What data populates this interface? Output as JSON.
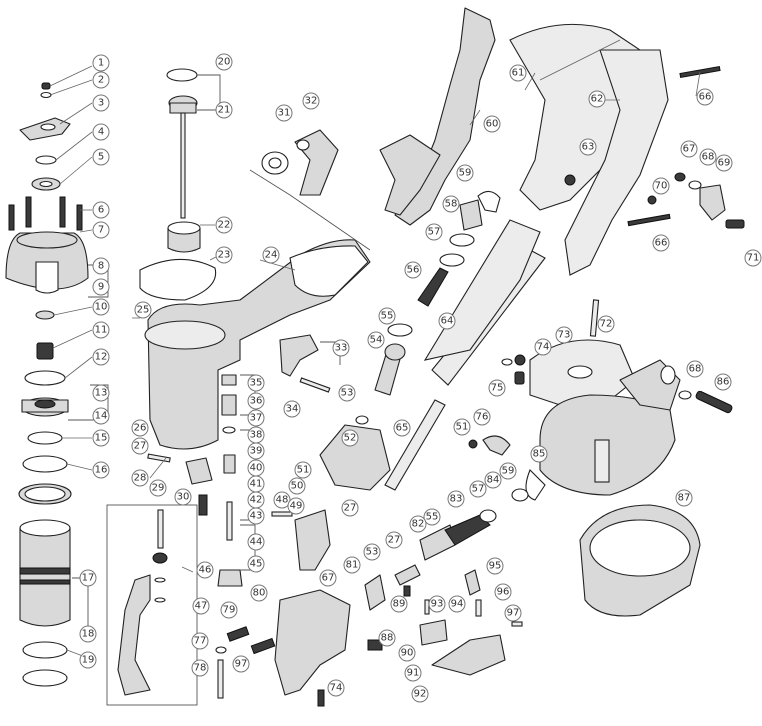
{
  "callouts": [
    {
      "id": "1",
      "n": "1"
    },
    {
      "id": "2",
      "n": "2"
    },
    {
      "id": "3",
      "n": "3"
    },
    {
      "id": "4",
      "n": "4"
    },
    {
      "id": "5",
      "n": "5"
    },
    {
      "id": "6",
      "n": "6"
    },
    {
      "id": "7",
      "n": "7"
    },
    {
      "id": "8",
      "n": "8"
    },
    {
      "id": "9",
      "n": "9"
    },
    {
      "id": "10",
      "n": "10"
    },
    {
      "id": "11",
      "n": "11"
    },
    {
      "id": "12",
      "n": "12"
    },
    {
      "id": "13",
      "n": "13"
    },
    {
      "id": "14",
      "n": "14"
    },
    {
      "id": "15",
      "n": "15"
    },
    {
      "id": "16",
      "n": "16"
    },
    {
      "id": "17",
      "n": "17"
    },
    {
      "id": "18",
      "n": "18"
    },
    {
      "id": "19",
      "n": "19"
    },
    {
      "id": "20",
      "n": "20"
    },
    {
      "id": "21",
      "n": "21"
    },
    {
      "id": "22",
      "n": "22"
    },
    {
      "id": "23",
      "n": "23"
    },
    {
      "id": "24",
      "n": "24"
    },
    {
      "id": "25",
      "n": "25"
    },
    {
      "id": "26",
      "n": "26"
    },
    {
      "id": "27a",
      "n": "27"
    },
    {
      "id": "28",
      "n": "28"
    },
    {
      "id": "29",
      "n": "29"
    },
    {
      "id": "30",
      "n": "30"
    },
    {
      "id": "31",
      "n": "31"
    },
    {
      "id": "32",
      "n": "32"
    },
    {
      "id": "33",
      "n": "33"
    },
    {
      "id": "34",
      "n": "34"
    },
    {
      "id": "35",
      "n": "35"
    },
    {
      "id": "36",
      "n": "36"
    },
    {
      "id": "37",
      "n": "37"
    },
    {
      "id": "38",
      "n": "38"
    },
    {
      "id": "39",
      "n": "39"
    },
    {
      "id": "40",
      "n": "40"
    },
    {
      "id": "41",
      "n": "41"
    },
    {
      "id": "42",
      "n": "42"
    },
    {
      "id": "43",
      "n": "43"
    },
    {
      "id": "44",
      "n": "44"
    },
    {
      "id": "45",
      "n": "45"
    },
    {
      "id": "46",
      "n": "46"
    },
    {
      "id": "47",
      "n": "47"
    },
    {
      "id": "48",
      "n": "48"
    },
    {
      "id": "49",
      "n": "49"
    },
    {
      "id": "50",
      "n": "50"
    },
    {
      "id": "51a",
      "n": "51"
    },
    {
      "id": "51b",
      "n": "51"
    },
    {
      "id": "52",
      "n": "52"
    },
    {
      "id": "53a",
      "n": "53"
    },
    {
      "id": "53b",
      "n": "53"
    },
    {
      "id": "54",
      "n": "54"
    },
    {
      "id": "55a",
      "n": "55"
    },
    {
      "id": "55b",
      "n": "55"
    },
    {
      "id": "56",
      "n": "56"
    },
    {
      "id": "57a",
      "n": "57"
    },
    {
      "id": "57b",
      "n": "57"
    },
    {
      "id": "58",
      "n": "58"
    },
    {
      "id": "59a",
      "n": "59"
    },
    {
      "id": "59b",
      "n": "59"
    },
    {
      "id": "60",
      "n": "60"
    },
    {
      "id": "61",
      "n": "61"
    },
    {
      "id": "62",
      "n": "62"
    },
    {
      "id": "63",
      "n": "63"
    },
    {
      "id": "64",
      "n": "64"
    },
    {
      "id": "65",
      "n": "65"
    },
    {
      "id": "66a",
      "n": "66"
    },
    {
      "id": "66b",
      "n": "66"
    },
    {
      "id": "67a",
      "n": "67"
    },
    {
      "id": "67b",
      "n": "67"
    },
    {
      "id": "68a",
      "n": "68"
    },
    {
      "id": "68b",
      "n": "68"
    },
    {
      "id": "69",
      "n": "69"
    },
    {
      "id": "70",
      "n": "70"
    },
    {
      "id": "71",
      "n": "71"
    },
    {
      "id": "72",
      "n": "72"
    },
    {
      "id": "73",
      "n": "73"
    },
    {
      "id": "74a",
      "n": "74"
    },
    {
      "id": "74b",
      "n": "74"
    },
    {
      "id": "75",
      "n": "75"
    },
    {
      "id": "76",
      "n": "76"
    },
    {
      "id": "77",
      "n": "77"
    },
    {
      "id": "78",
      "n": "78"
    },
    {
      "id": "79",
      "n": "79"
    },
    {
      "id": "80",
      "n": "80"
    },
    {
      "id": "81",
      "n": "81"
    },
    {
      "id": "82",
      "n": "82"
    },
    {
      "id": "83",
      "n": "83"
    },
    {
      "id": "84",
      "n": "84"
    },
    {
      "id": "85",
      "n": "85"
    },
    {
      "id": "86",
      "n": "86"
    },
    {
      "id": "87",
      "n": "87"
    },
    {
      "id": "88",
      "n": "88"
    },
    {
      "id": "89",
      "n": "89"
    },
    {
      "id": "90",
      "n": "90"
    },
    {
      "id": "91",
      "n": "91"
    },
    {
      "id": "92",
      "n": "92"
    },
    {
      "id": "93",
      "n": "93"
    },
    {
      "id": "94",
      "n": "94"
    },
    {
      "id": "95",
      "n": "95"
    },
    {
      "id": "96",
      "n": "96"
    },
    {
      "id": "97a",
      "n": "97"
    },
    {
      "id": "97b",
      "n": "97"
    },
    {
      "id": "27b",
      "n": "27"
    },
    {
      "id": "27c",
      "n": "27"
    }
  ]
}
